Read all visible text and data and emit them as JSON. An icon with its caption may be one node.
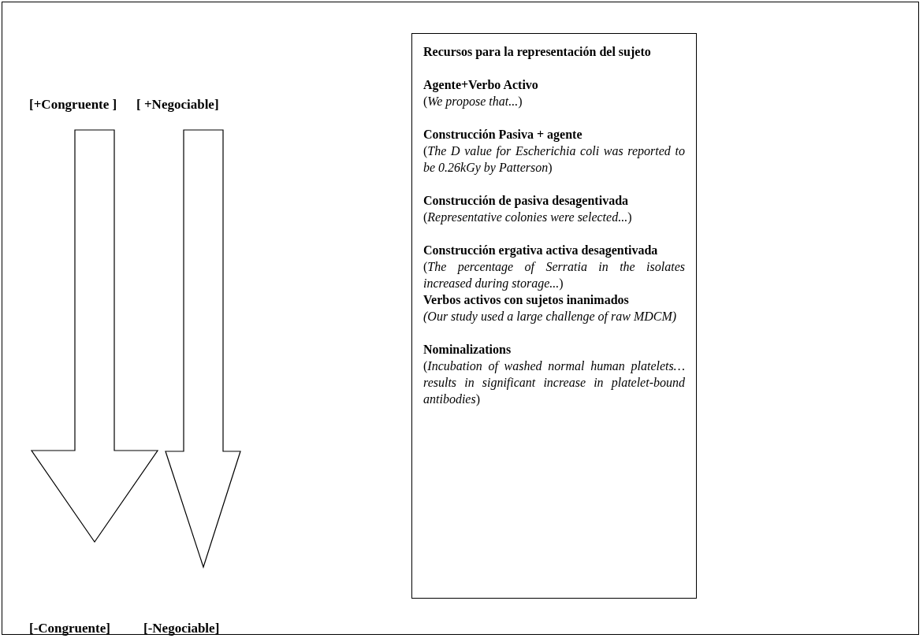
{
  "diagram": {
    "nodes": [
      {
        "text": [
          "[+Congruente ]"
        ]
      },
      {
        "text": [
          "[ +Negociable]"
        ]
      },
      {
        "text": [
          "[-Congruente]"
        ]
      },
      {
        "text": [
          "[-Negociable]"
        ]
      },
      {
        "text": [
          "Recursos para la representación del sujeto",
          "Agente+Verbo Activo",
          "(*We propose that...*)",
          "Construcción Pasiva + agente",
          "(*The D value for Escherichia coli was reported to be 0.26kGy by Patterson*)",
          "Construcción de pasiva desagentivada",
          "(*Representative colonies were selected...*)",
          "Construcción ergativa activa desagentivada",
          "(*The percentage of Serratia in the isolates increased during storage...*)",
          "Verbos activos con sujetos inanimados",
          "*(Our study used a large challenge of raw MDCM)*",
          "Nominalizations",
          "(*Incubation of washed normal human platelets…results in significant increase in platelet-bound antibodies*)"
        ]
      }
    ],
    "edges": [
      {
        "from": 0,
        "to": 2,
        "arrow": "to"
      },
      {
        "from": 1,
        "to": 3,
        "arrow": "to"
      }
    ]
  }
}
